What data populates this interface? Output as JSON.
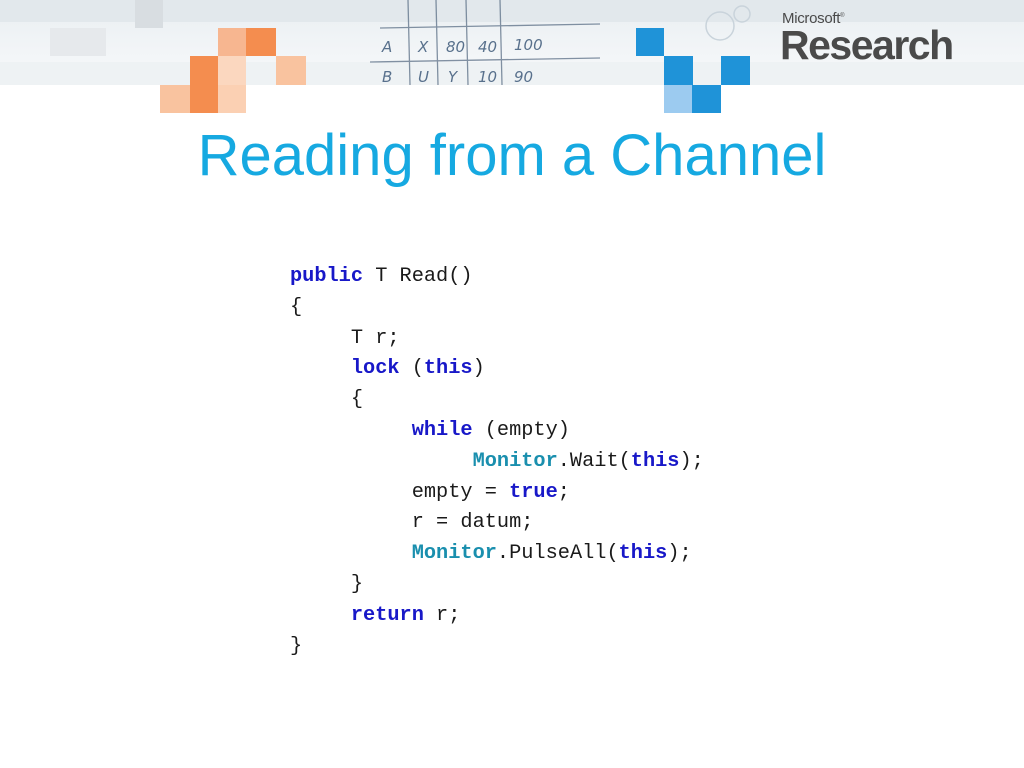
{
  "header": {
    "logo_small": "Microsoft",
    "logo_mark": "®",
    "logo_big": "Research",
    "sketch_rows": [
      [
        "A",
        "X",
        "80",
        "40",
        "100"
      ],
      [
        "B",
        "U",
        "Y",
        "10",
        "90"
      ]
    ]
  },
  "slide": {
    "title": "Reading from a Channel"
  },
  "code": {
    "lines": [
      {
        "indent": 0,
        "tokens": [
          {
            "t": "public",
            "c": "kw"
          },
          {
            "t": " T Read()",
            "c": ""
          }
        ]
      },
      {
        "indent": 0,
        "tokens": [
          {
            "t": "{",
            "c": ""
          }
        ]
      },
      {
        "indent": 1,
        "tokens": [
          {
            "t": "T r;",
            "c": ""
          }
        ]
      },
      {
        "indent": 1,
        "tokens": [
          {
            "t": "lock",
            "c": "kw"
          },
          {
            "t": " (",
            "c": ""
          },
          {
            "t": "this",
            "c": "kw"
          },
          {
            "t": ")",
            "c": ""
          }
        ]
      },
      {
        "indent": 1,
        "tokens": [
          {
            "t": "{",
            "c": ""
          }
        ]
      },
      {
        "indent": 2,
        "tokens": [
          {
            "t": "while",
            "c": "kw"
          },
          {
            "t": " (empty)",
            "c": ""
          }
        ]
      },
      {
        "indent": 3,
        "tokens": [
          {
            "t": "Monitor",
            "c": "ty"
          },
          {
            "t": ".Wait(",
            "c": ""
          },
          {
            "t": "this",
            "c": "kw"
          },
          {
            "t": ");",
            "c": ""
          }
        ]
      },
      {
        "indent": 2,
        "tokens": [
          {
            "t": "empty = ",
            "c": ""
          },
          {
            "t": "true",
            "c": "kw"
          },
          {
            "t": ";",
            "c": ""
          }
        ]
      },
      {
        "indent": 2,
        "tokens": [
          {
            "t": "r = datum;",
            "c": ""
          }
        ]
      },
      {
        "indent": 2,
        "tokens": [
          {
            "t": "Monitor",
            "c": "ty"
          },
          {
            "t": ".PulseAll(",
            "c": ""
          },
          {
            "t": "this",
            "c": "kw"
          },
          {
            "t": ");",
            "c": ""
          }
        ]
      },
      {
        "indent": 1,
        "tokens": [
          {
            "t": "}",
            "c": ""
          }
        ]
      },
      {
        "indent": 1,
        "tokens": [
          {
            "t": "return",
            "c": "kw"
          },
          {
            "t": " r;",
            "c": ""
          }
        ]
      },
      {
        "indent": 0,
        "tokens": [
          {
            "t": "}",
            "c": ""
          }
        ]
      }
    ]
  },
  "colors": {
    "title": "#16a9e1",
    "keyword": "#1818c8",
    "type": "#1a8fae",
    "text": "#1a1a1a",
    "orange_squares": "#f5a26b",
    "blue_squares": "#1e8fd6"
  }
}
